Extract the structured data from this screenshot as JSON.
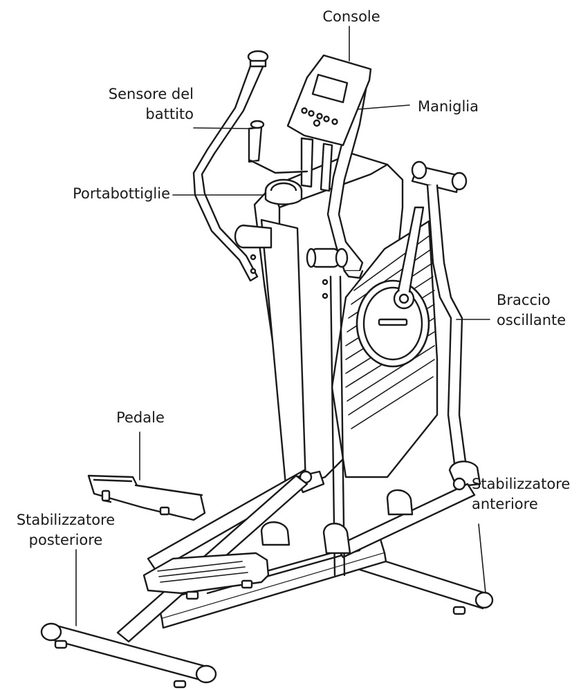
{
  "diagram": {
    "labels": {
      "console": [
        "Console"
      ],
      "heart_sensor": [
        "Sensore del",
        "battito"
      ],
      "handle": [
        "Maniglia"
      ],
      "bottle_holder": [
        "Portabottiglie"
      ],
      "swing_arm": [
        "Braccio",
        "oscillante"
      ],
      "pedal": [
        "Pedale"
      ],
      "front_stabilizer": [
        "Stabilizzatore",
        "anteriore"
      ],
      "rear_stabilizer": [
        "Stabilizzatore",
        "posteriore"
      ]
    },
    "colors": {
      "line": "#1a1a1a",
      "fill": "#ffffff",
      "text": "#1a1a1a"
    }
  }
}
